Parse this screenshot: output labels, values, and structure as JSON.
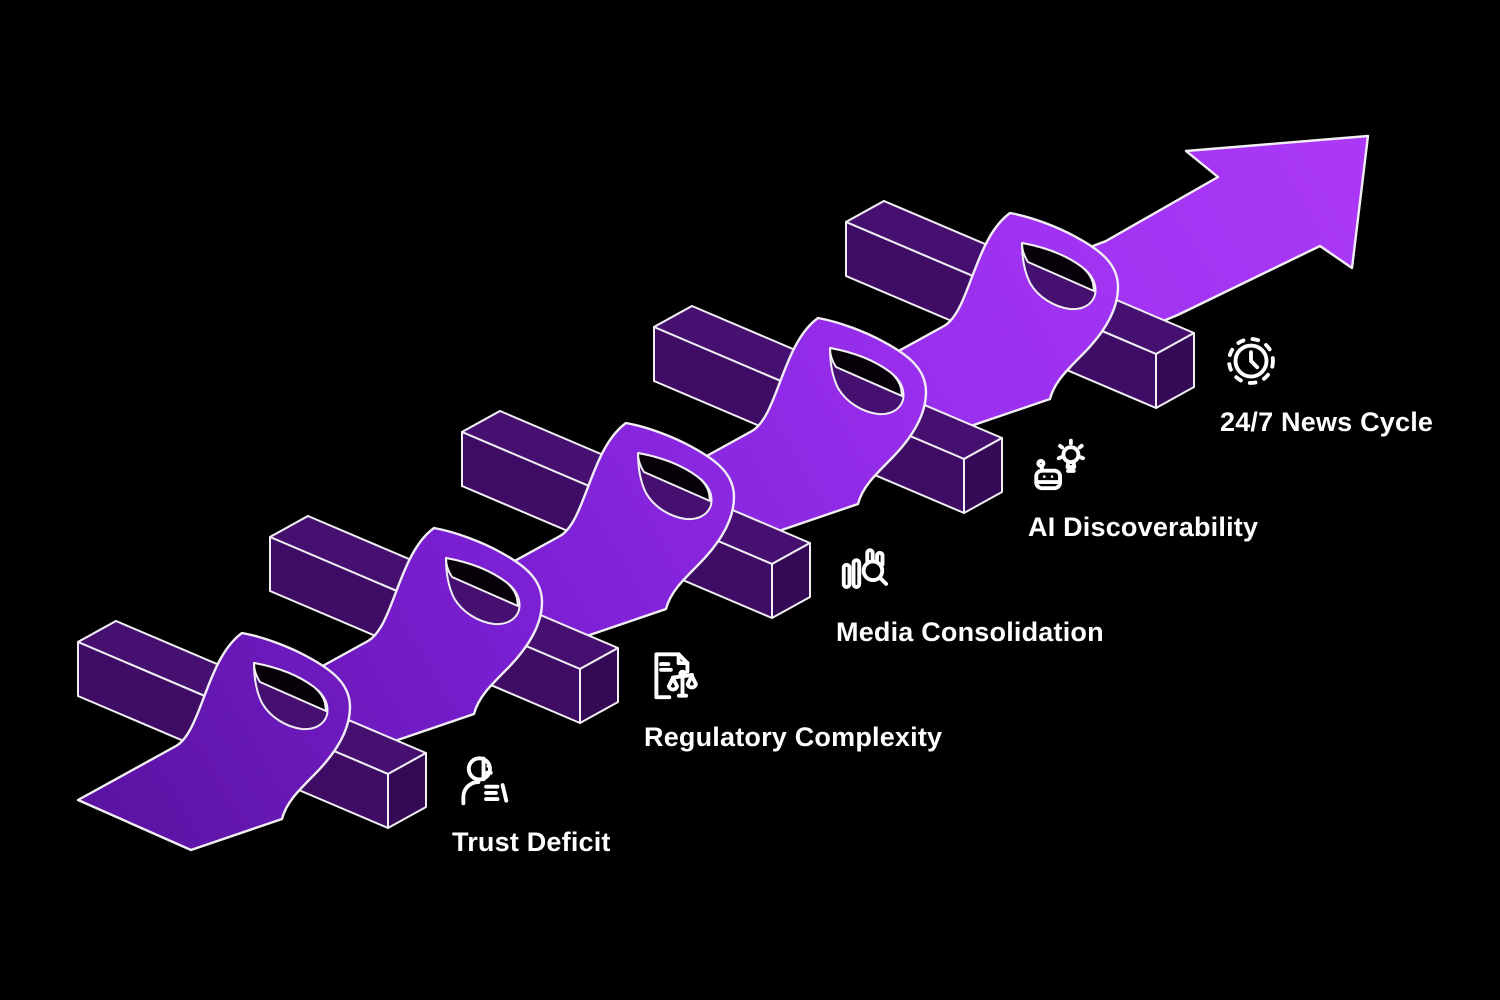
{
  "diagram": {
    "type": "isometric-ribbon-over-hurdles",
    "background_color": "#000000",
    "outline_color": "#f2eef6",
    "ribbon_gradient": [
      "#58129d",
      "#7a1fd2",
      "#9a2fee",
      "#ac39f7"
    ],
    "bar_colors": {
      "top": "#461070",
      "front": "#3e0c64",
      "left_end": "#3e0e62",
      "right_end": "#340955"
    },
    "arch_shadow_color": "#060009",
    "items": [
      {
        "label": "Trust Deficit",
        "icon": "person-profile-icon"
      },
      {
        "label": "Regulatory Complexity",
        "icon": "document-scales-icon"
      },
      {
        "label": "Media Consolidation",
        "icon": "bar-chart-magnifier-icon"
      },
      {
        "label": "AI Discoverability",
        "icon": "robot-lightbulb-icon"
      },
      {
        "label": "24/7 News Cycle",
        "icon": "clock-icon"
      }
    ]
  }
}
